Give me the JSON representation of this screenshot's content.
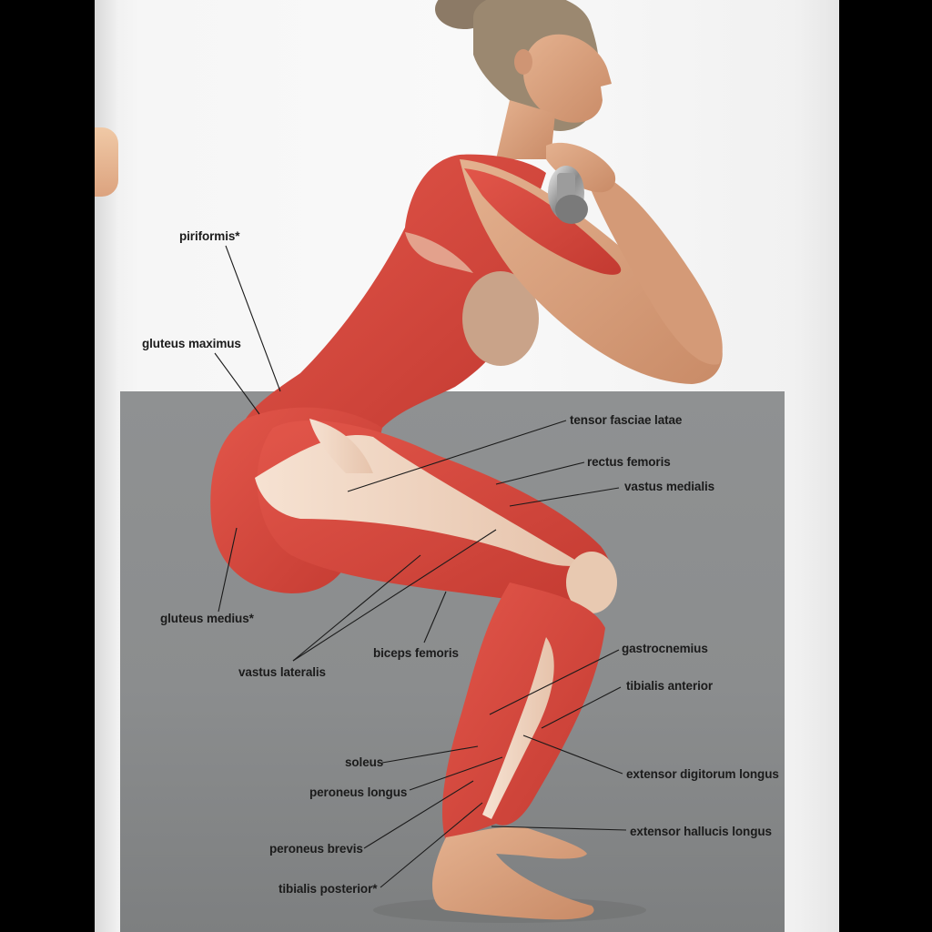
{
  "image": {
    "content": "Anatomical illustration of a woman performing a front squat holding a dumbbell, with leg, hip and lower-leg muscles shown in red and labeled",
    "background_top": "#f7f7f7",
    "background_floor": "#8d8f90",
    "muscle_color": "#d8453a",
    "tendon_color": "#f0d6c4",
    "skin_color": "#d8a07e"
  },
  "labels": {
    "piriformis": "piriformis*",
    "gluteus_maximus": "gluteus maximus",
    "gluteus_medius": "gluteus medius*",
    "vastus_lateralis": "vastus lateralis",
    "biceps_femoris": "biceps femoris",
    "tensor_fasciae_latae": "tensor fasciae latae",
    "rectus_femoris": "rectus femoris",
    "vastus_medialis": "vastus medialis",
    "gastrocnemius": "gastrocnemius",
    "tibialis_anterior": "tibialis anterior",
    "soleus": "soleus",
    "peroneus_longus": "peroneus longus",
    "extensor_digitorum_longus": "extensor digitorum longus",
    "peroneus_brevis": "peroneus brevis",
    "extensor_hallucis_longus": "extensor hallucis longus",
    "tibialis_posterior": "tibialis posterior*"
  }
}
